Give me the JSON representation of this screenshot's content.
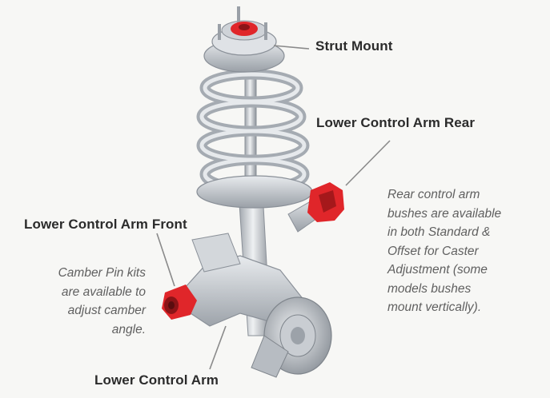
{
  "labels": {
    "strut_mount": "Strut Mount",
    "lower_control_arm_rear": "Lower Control Arm Rear",
    "lower_control_arm_front": "Lower Control Arm Front",
    "lower_control_arm": "Lower Control Arm"
  },
  "notes": {
    "rear_bushes": [
      "Rear control arm",
      "bushes are available",
      "in both Standard &",
      "Offset for Caster",
      "Adjustment (some",
      "models bushes",
      "mount vertically)."
    ],
    "camber_pin": [
      "Camber Pin kits",
      "are available to",
      "adjust camber",
      "angle."
    ]
  },
  "colors": {
    "bushing_red": "#e0262a",
    "metal_light": "#d9dde2",
    "metal_dark": "#8b9199",
    "leader_line": "#8a8a8a"
  }
}
